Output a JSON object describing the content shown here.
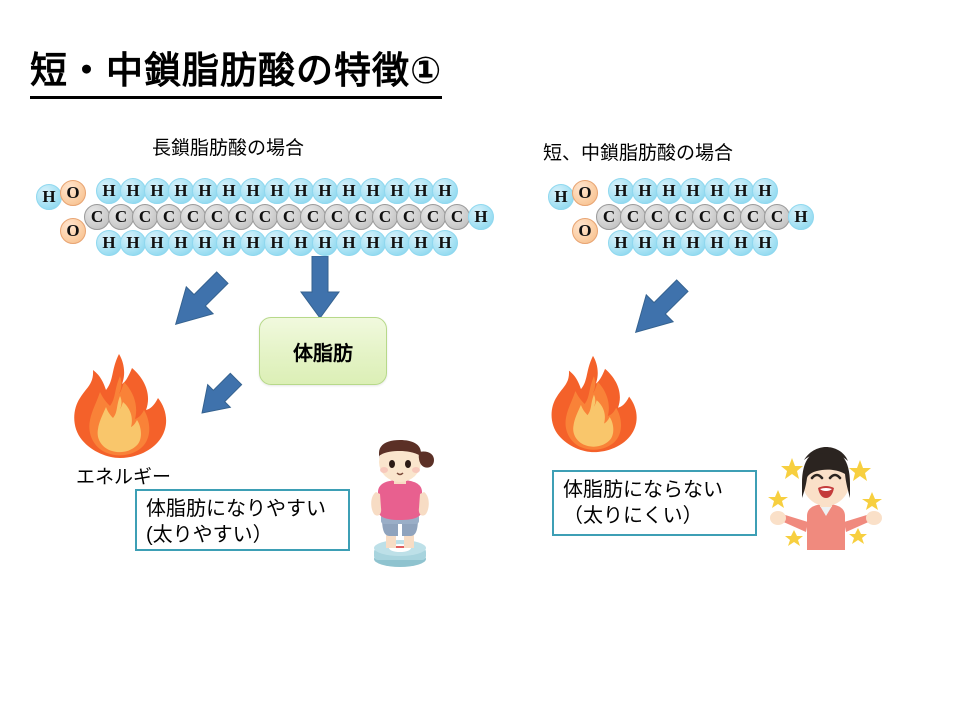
{
  "slide": {
    "title": "短・中鎖脂肪酸の特徴①",
    "background_color": "#ffffff"
  },
  "sections": {
    "left": {
      "caption": "長鎖脂肪酸の場合",
      "molecule": {
        "name": "long-chain-fatty-acid",
        "head_h": "H",
        "head_o": "O",
        "carbonyl_o": "O",
        "carbon_count": 16,
        "carbon_label": "C",
        "top_hydrogen_count": 15,
        "bottom_hydrogen_count": 15,
        "hydrogen_label": "H",
        "terminal_h": "H",
        "colors": {
          "hydrogen": "#a8e2f4",
          "oxygen": "#fbcfa6",
          "carbon": "#cfcfcf"
        }
      },
      "energy_label": "エネルギー",
      "callout": "体脂肪になりやすい\n(太りやすい）",
      "character": "overweight-girl-on-scale"
    },
    "right": {
      "caption": "短、中鎖脂肪酸の場合",
      "molecule": {
        "name": "short-medium-chain-fatty-acid",
        "head_h": "H",
        "head_o": "O",
        "carbonyl_o": "O",
        "carbon_count": 8,
        "carbon_label": "C",
        "top_hydrogen_count": 7,
        "bottom_hydrogen_count": 7,
        "hydrogen_label": "H",
        "terminal_h": "H",
        "colors": {
          "hydrogen": "#a8e2f4",
          "oxygen": "#fbcfa6",
          "carbon": "#cfcfcf"
        }
      },
      "callout": "体脂肪にならない\n（太りにくい）",
      "character": "happy-slim-girl-with-stars"
    }
  },
  "center": {
    "fat_box_label": "体脂肪",
    "fat_box_fill": "#e4f3c6",
    "fat_box_border": "#b7d98a"
  },
  "arrows": {
    "color": "#3f72ac",
    "items": [
      {
        "name": "arrow-left-diagonal",
        "direction": "down-left"
      },
      {
        "name": "arrow-down-center",
        "direction": "down"
      },
      {
        "name": "arrow-fat-to-flame",
        "direction": "down-left"
      },
      {
        "name": "arrow-right-diagonal",
        "direction": "down-left"
      }
    ]
  },
  "flames": {
    "outer_color": "#f4612a",
    "mid_color": "#f98238",
    "inner_color": "#f9c66b"
  },
  "callout_border_color": "#3d9fb5"
}
